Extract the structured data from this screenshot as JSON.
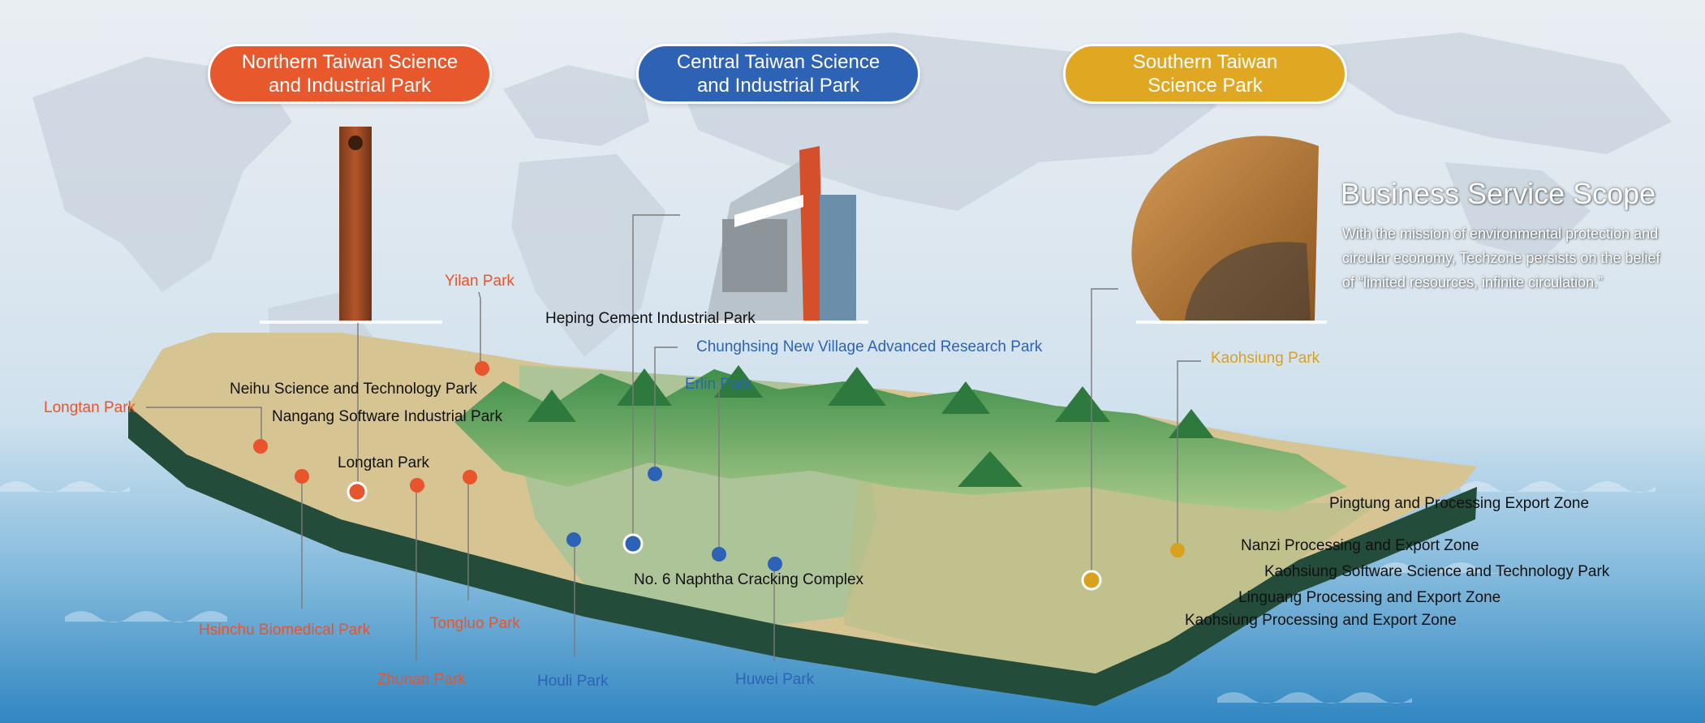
{
  "headers": {
    "north": {
      "line1": "Northern Taiwan Science",
      "line2": "and Industrial Park",
      "color": "#e8582d"
    },
    "central": {
      "line1": "Central Taiwan Science",
      "line2": "and Industrial Park",
      "color": "#2e62b4"
    },
    "south": {
      "line1": "Southern Taiwan",
      "line2": "Science Park",
      "color": "#e0a722"
    }
  },
  "business": {
    "title": "Business Service Scope",
    "body": "With the mission of environmental protection and circular economy, Techzone persists on the belief of “limited resources, infinite circulation.”"
  },
  "parks": {
    "north": {
      "yilan": "Yilan Park",
      "longtan_west": "Longtan Park",
      "neihu": "Neihu Science and Technology Park",
      "nangang": "Nangang Software Industrial Park",
      "longtan": "Longtan Park",
      "hsinchu_bio": "Hsinchu Biomedical Park",
      "tongluo": "Tongluo Park",
      "zhunan": "Zhunan Park"
    },
    "central": {
      "heping": "Heping Cement Industrial Park",
      "chunghsing": "Chunghsing New Village Advanced Research Park",
      "erlin": "Erlin Park",
      "naphtha": "No. 6 Naphtha Cracking Complex",
      "houli": "Houli Park",
      "huwei": "Huwei Park"
    },
    "south": {
      "kaohsiung_park": "Kaohsiung Park",
      "pingtung": "Pingtung and Processing Export Zone",
      "nanzi": "Nanzi Processing and Export Zone",
      "kaohsiung_software": "Kaohsiung Software Science and Technology Park",
      "linguang": "Linguang Processing and Export Zone",
      "kaohsiung_processing": "Kaohsiung Processing and Export Zone"
    }
  },
  "colors": {
    "north": "#e8542c",
    "central": "#2d63b6",
    "south": "#d9a21e"
  }
}
